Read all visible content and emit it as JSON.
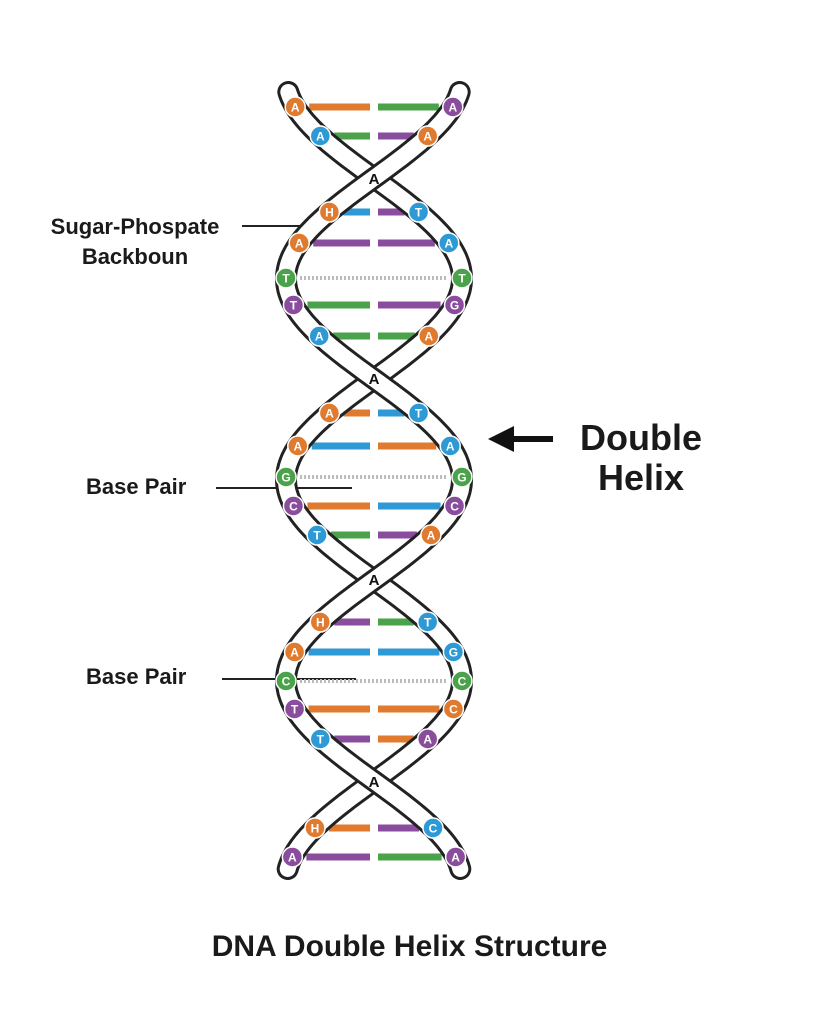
{
  "labels": {
    "backbone_line1": "Sugar-Phospate",
    "backbone_line2": "Backboun",
    "base_pair_1": "Base Pair",
    "base_pair_2": "Base Pair",
    "helix_line1": "Double",
    "helix_line2": "Helix"
  },
  "caption": "DNA Double Helix Structure",
  "colors": {
    "A_orange": "#e07a2e",
    "A_purple": "#8a4d9e",
    "T_blue": "#2d9ad6",
    "T_green": "#4aa24a",
    "G_green": "#4aa24a",
    "C_purple": "#8a4d9e",
    "strand_outline": "#222222"
  },
  "crossing_letter": "A",
  "rungs": [
    {
      "left": "A",
      "left_color": "#e07a2e",
      "right": "A",
      "right_color": "#8a4d9e",
      "bar_left": "#e07a2e",
      "bar_right": "#4aa24a"
    },
    {
      "left": "A",
      "left_color": "#2d9ad6",
      "right": "A",
      "right_color": "#e07a2e",
      "bar_left": "#4aa24a",
      "bar_right": "#8a4d9e"
    },
    {
      "left": "H",
      "left_color": "#e07a2e",
      "right": "T",
      "right_color": "#2d9ad6",
      "bar_left": "#2d9ad6",
      "bar_right": "#8a4d9e"
    },
    {
      "left": "A",
      "left_color": "#e07a2e",
      "right": "A",
      "right_color": "#2d9ad6",
      "bar_left": "#8a4d9e",
      "bar_right": "#8a4d9e"
    },
    {
      "left": "T",
      "left_color": "#4aa24a",
      "right": "T",
      "right_color": "#4aa24a",
      "bar_left": "#bbbbbb",
      "bar_right": "#bbbbbb"
    },
    {
      "left": "T",
      "left_color": "#8a4d9e",
      "right": "G",
      "right_color": "#8a4d9e",
      "bar_left": "#4aa24a",
      "bar_right": "#8a4d9e"
    },
    {
      "left": "A",
      "left_color": "#2d9ad6",
      "right": "A",
      "right_color": "#e07a2e",
      "bar_left": "#4aa24a",
      "bar_right": "#4aa24a"
    },
    {
      "left": "A",
      "left_color": "#e07a2e",
      "right": "T",
      "right_color": "#2d9ad6",
      "bar_left": "#e07a2e",
      "bar_right": "#2d9ad6"
    },
    {
      "left": "A",
      "left_color": "#e07a2e",
      "right": "A",
      "right_color": "#2d9ad6",
      "bar_left": "#2d9ad6",
      "bar_right": "#e07a2e"
    },
    {
      "left": "G",
      "left_color": "#4aa24a",
      "right": "G",
      "right_color": "#4aa24a",
      "bar_left": "#bbbbbb",
      "bar_right": "#bbbbbb"
    },
    {
      "left": "C",
      "left_color": "#8a4d9e",
      "right": "C",
      "right_color": "#8a4d9e",
      "bar_left": "#e07a2e",
      "bar_right": "#2d9ad6"
    },
    {
      "left": "T",
      "left_color": "#2d9ad6",
      "right": "A",
      "right_color": "#e07a2e",
      "bar_left": "#4aa24a",
      "bar_right": "#8a4d9e"
    },
    {
      "left": "H",
      "left_color": "#e07a2e",
      "right": "T",
      "right_color": "#2d9ad6",
      "bar_left": "#8a4d9e",
      "bar_right": "#4aa24a"
    },
    {
      "left": "A",
      "left_color": "#e07a2e",
      "right": "G",
      "right_color": "#2d9ad6",
      "bar_left": "#2d9ad6",
      "bar_right": "#2d9ad6"
    },
    {
      "left": "C",
      "left_color": "#4aa24a",
      "right": "C",
      "right_color": "#4aa24a",
      "bar_left": "#bbbbbb",
      "bar_right": "#bbbbbb"
    },
    {
      "left": "T",
      "left_color": "#8a4d9e",
      "right": "C",
      "right_color": "#e07a2e",
      "bar_left": "#e07a2e",
      "bar_right": "#e07a2e"
    },
    {
      "left": "T",
      "left_color": "#2d9ad6",
      "right": "A",
      "right_color": "#8a4d9e",
      "bar_left": "#8a4d9e",
      "bar_right": "#e07a2e"
    },
    {
      "left": "H",
      "left_color": "#e07a2e",
      "right": "C",
      "right_color": "#2d9ad6",
      "bar_left": "#e07a2e",
      "bar_right": "#8a4d9e"
    },
    {
      "left": "A",
      "left_color": "#8a4d9e",
      "right": "A",
      "right_color": "#8a4d9e",
      "bar_left": "#8a4d9e",
      "bar_right": "#4aa24a"
    }
  ]
}
